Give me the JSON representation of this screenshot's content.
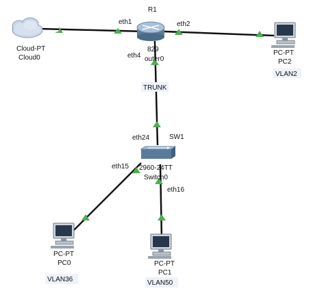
{
  "devices": {
    "cloud0": {
      "model": "Cloud-PT",
      "name": "Cloud0"
    },
    "r1": {
      "title": "R1",
      "model_fragment": "829",
      "name_fragment": "outer0"
    },
    "pc2": {
      "model": "PC-PT",
      "name": "PC2",
      "vlan": "VLAN2"
    },
    "sw1": {
      "title": "SW1",
      "model": "2960-24TT",
      "name": "Switch0"
    },
    "pc0": {
      "model": "PC-PT",
      "name": "PC0",
      "vlan": "VLAN36"
    },
    "pc1": {
      "model": "PC-PT",
      "name": "PC1",
      "vlan": "VLAN50"
    }
  },
  "links": {
    "cloud_r1": {
      "label": "eth1"
    },
    "r1_pc2": {
      "label": "eth2"
    },
    "r1_sw1": {
      "label_top": "eth4",
      "mid_label": "TRUNK",
      "label_bottom": "eth24"
    },
    "sw1_pc0": {
      "label": "eth15"
    },
    "sw1_pc1": {
      "label": "eth16"
    }
  },
  "colors": {
    "link": "#111111",
    "port_up": "#4caf50",
    "label_bg": "#eef2fa"
  }
}
